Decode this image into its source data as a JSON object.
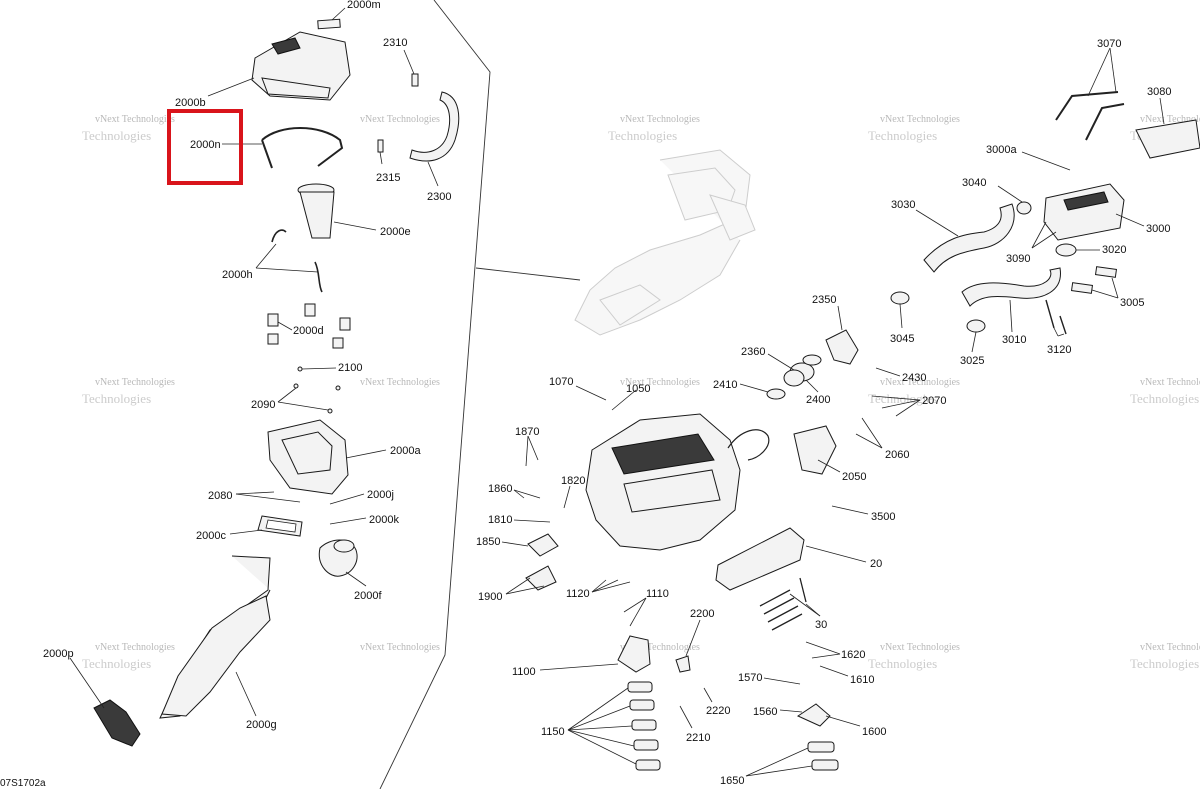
{
  "diagram": {
    "reference_code": "07S1702a",
    "watermark_line1": "vNext Technologies",
    "watermark_line2": "Technologies",
    "highlight_color": "#d9141b",
    "highlighted_callout": "2000n",
    "callouts": {
      "c2000m": "2000m",
      "c2000b": "2000b",
      "c2000n": "2000n",
      "c2310": "2310",
      "c2315": "2315",
      "c2300": "2300",
      "c2000e": "2000e",
      "c2000h": "2000h",
      "c2000d": "2000d",
      "c2100": "2100",
      "c2090": "2090",
      "c2000a": "2000a",
      "c2080": "2080",
      "c2000j": "2000j",
      "c2000c": "2000c",
      "c2000k": "2000k",
      "c2000f": "2000f",
      "c2000p": "2000p",
      "c2000g": "2000g",
      "c3070": "3070",
      "c3080": "3080",
      "c3000a": "3000a",
      "c3040": "3040",
      "c3030": "3030",
      "c3000": "3000",
      "c3090": "3090",
      "c3020": "3020",
      "c3005": "3005",
      "c2350": "2350",
      "c3045": "3045",
      "c3010": "3010",
      "c3025": "3025",
      "c3120": "3120",
      "c2360": "2360",
      "c2430": "2430",
      "c2410": "2410",
      "c2400": "2400",
      "c2070": "2070",
      "c1070": "1070",
      "c1050": "1050",
      "c1870": "1870",
      "c2060": "2060",
      "c2050": "2050",
      "c1860": "1860",
      "c1820": "1820",
      "c1810": "1810",
      "c3500": "3500",
      "c1850": "1850",
      "c20": "20",
      "c1900": "1900",
      "c1120": "1120",
      "c1110": "1110",
      "c30": "30",
      "c2200": "2200",
      "c1620": "1620",
      "c1100": "1100",
      "c1610": "1610",
      "c1570": "1570",
      "c2220": "2220",
      "c1560": "1560",
      "c1600": "1600",
      "c1150": "1150",
      "c2210": "2210",
      "c1650": "1650"
    }
  }
}
